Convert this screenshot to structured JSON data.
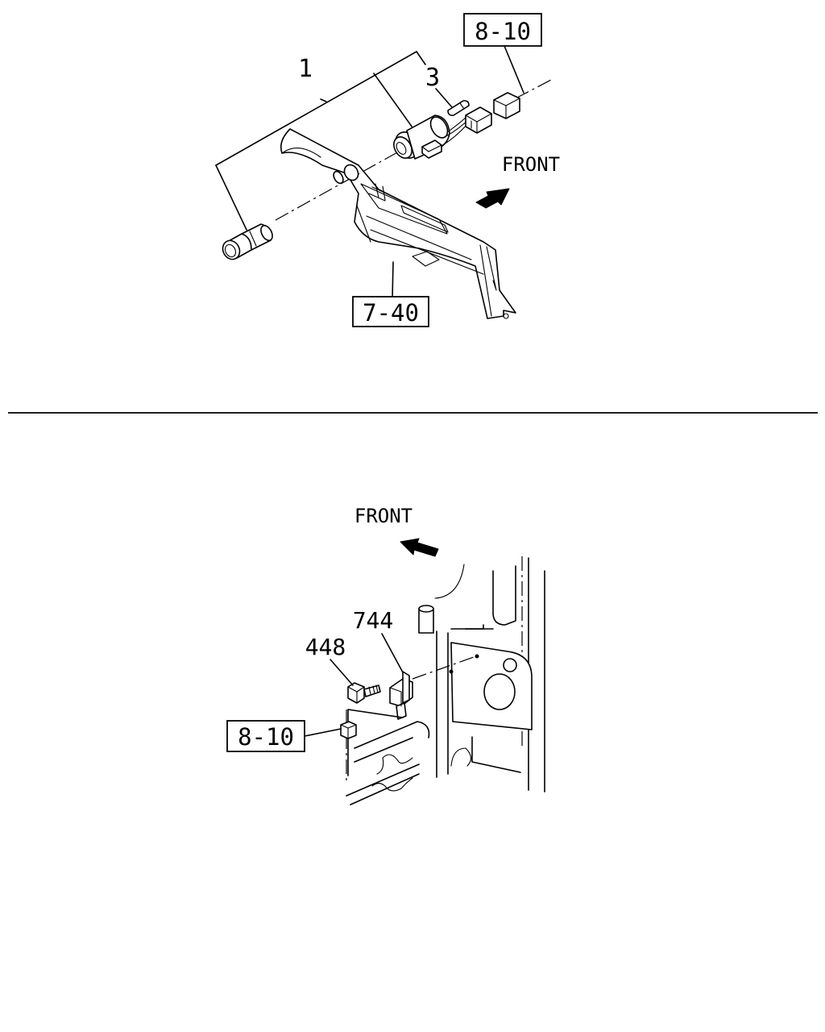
{
  "top_view": {
    "callouts": {
      "part_1": "1",
      "part_3": "3",
      "ref_8_10": "8-10",
      "ref_7_40": "7-40"
    },
    "direction_label": "FRONT"
  },
  "bottom_view": {
    "callouts": {
      "part_744": "744",
      "part_448": "448",
      "ref_8_10": "8-10"
    },
    "direction_label": "FRONT"
  }
}
